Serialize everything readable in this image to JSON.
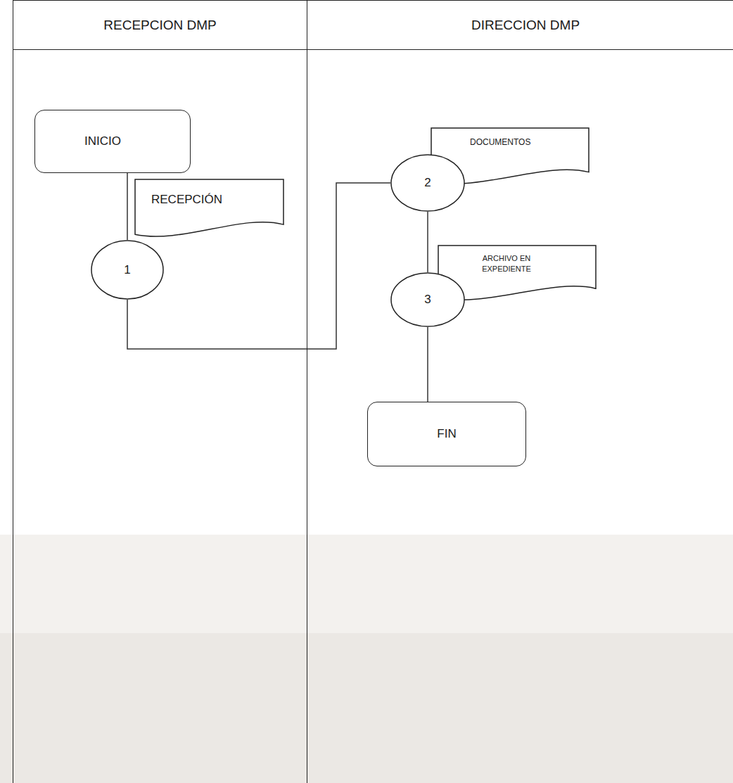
{
  "diagram": {
    "nodes": [
      {
        "text": [
          "RECEPCION DMP"
        ]
      },
      {
        "text": [
          "INICIO"
        ],
        "in": 0
      },
      {
        "text": [
          "RECEPCIÓN"
        ],
        "in": 0
      },
      {
        "text": [
          "1"
        ],
        "in": 0
      },
      {
        "text": [
          "DIRECCION DMP"
        ]
      },
      {
        "text": [
          "2"
        ],
        "in": 4
      },
      {
        "text": [
          "DOCUMENTOS"
        ],
        "in": 4
      },
      {
        "text": [
          "3"
        ],
        "in": 4
      },
      {
        "text": [
          "ARCHIVO EN EXPEDIENTE"
        ],
        "in": 4
      },
      {
        "text": [
          "FIN"
        ],
        "in": 4
      }
    ],
    "edges": [
      {
        "from": 1,
        "to": 3,
        "arrow": "none"
      },
      {
        "from": 3,
        "to": 5,
        "arrow": "none"
      },
      {
        "from": 5,
        "to": 7,
        "arrow": "none"
      },
      {
        "from": 7,
        "to": 9,
        "arrow": "none"
      }
    ]
  }
}
